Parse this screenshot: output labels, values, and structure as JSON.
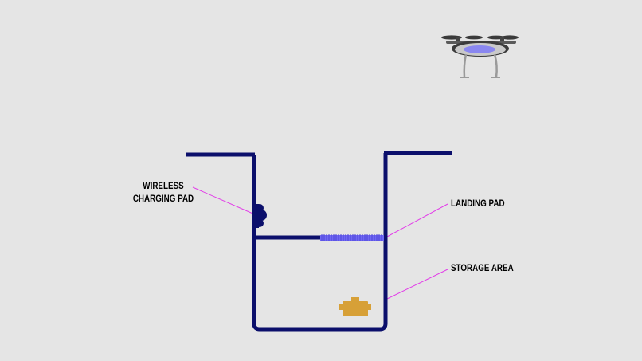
{
  "labels": {
    "wireless_line1": "WIRELESS",
    "wireless_line2": "CHARGING PAD",
    "landing_pad": "LANDING PAD",
    "storage_area": "STORAGE AREA"
  },
  "colors": {
    "background": "#e5e5e5",
    "structure": "#0b0f6b",
    "landing_pad": "#6f67f3",
    "leader_line": "#e23ee8",
    "package": "#d7a037",
    "drone_body": "#c9c9c9",
    "drone_light": "#8a87f0"
  },
  "icons": {
    "drone": "drone-icon",
    "package": "package-icon",
    "charging_pad": "charging-pad-icon"
  }
}
